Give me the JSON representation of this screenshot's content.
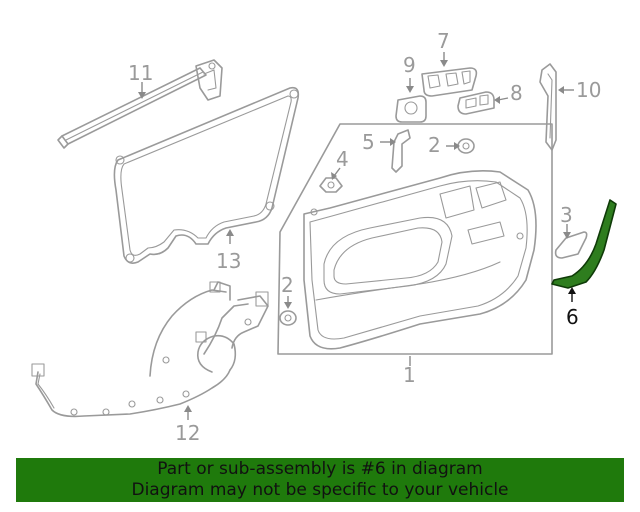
{
  "callouts": {
    "c1": "1",
    "c2a": "2",
    "c2b": "2",
    "c3": "3",
    "c4": "4",
    "c5": "5",
    "c6": "6",
    "c7": "7",
    "c8": "8",
    "c9": "9",
    "c10": "10",
    "c11": "11",
    "c12": "12",
    "c13": "13"
  },
  "highlight": {
    "part_number": "6",
    "color": "#2e7d1e"
  },
  "banner": {
    "line1": "Part or sub-assembly is #6 in diagram",
    "line2": "Diagram may not be specific to your vehicle",
    "background": "#1f7a0c"
  }
}
